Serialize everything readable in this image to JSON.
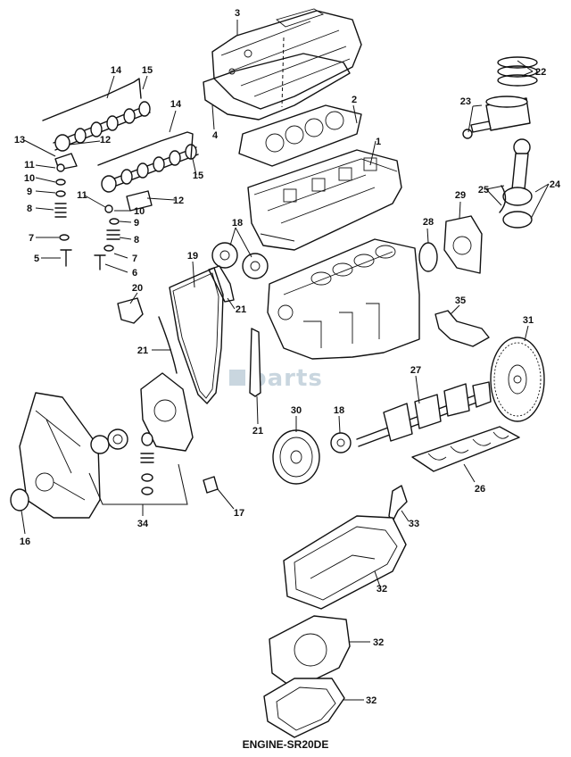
{
  "caption": "ENGINE-SR20DE",
  "watermark": "parts",
  "callouts": [
    {
      "id": "c3",
      "label": "3"
    },
    {
      "id": "c22",
      "label": "22"
    },
    {
      "id": "c14a",
      "label": "14"
    },
    {
      "id": "c15a",
      "label": "15"
    },
    {
      "id": "c2",
      "label": "2"
    },
    {
      "id": "c23",
      "label": "23"
    },
    {
      "id": "c14b",
      "label": "14"
    },
    {
      "id": "c4",
      "label": "4"
    },
    {
      "id": "c13",
      "label": "13"
    },
    {
      "id": "c12a",
      "label": "12"
    },
    {
      "id": "c1",
      "label": "1"
    },
    {
      "id": "c11a",
      "label": "11"
    },
    {
      "id": "c10a",
      "label": "10"
    },
    {
      "id": "c9a",
      "label": "9"
    },
    {
      "id": "c8a",
      "label": "8"
    },
    {
      "id": "c15b",
      "label": "15"
    },
    {
      "id": "c24",
      "label": "24"
    },
    {
      "id": "c25",
      "label": "25"
    },
    {
      "id": "c11b",
      "label": "11"
    },
    {
      "id": "c12b",
      "label": "12"
    },
    {
      "id": "c10b",
      "label": "10"
    },
    {
      "id": "c9b",
      "label": "9"
    },
    {
      "id": "c29",
      "label": "29"
    },
    {
      "id": "c7a",
      "label": "7"
    },
    {
      "id": "c8b",
      "label": "8"
    },
    {
      "id": "c18a",
      "label": "18"
    },
    {
      "id": "c28",
      "label": "28"
    },
    {
      "id": "c5",
      "label": "5"
    },
    {
      "id": "c7b",
      "label": "7"
    },
    {
      "id": "c19",
      "label": "19"
    },
    {
      "id": "c6",
      "label": "6"
    },
    {
      "id": "c20",
      "label": "20"
    },
    {
      "id": "c21a",
      "label": "21"
    },
    {
      "id": "c35",
      "label": "35"
    },
    {
      "id": "c31",
      "label": "31"
    },
    {
      "id": "c21b",
      "label": "21"
    },
    {
      "id": "c27",
      "label": "27"
    },
    {
      "id": "c21c",
      "label": "21"
    },
    {
      "id": "c30",
      "label": "30"
    },
    {
      "id": "c18b",
      "label": "18"
    },
    {
      "id": "c26",
      "label": "26"
    },
    {
      "id": "c16",
      "label": "16"
    },
    {
      "id": "c34",
      "label": "34"
    },
    {
      "id": "c17",
      "label": "17"
    },
    {
      "id": "c33",
      "label": "33"
    },
    {
      "id": "c32a",
      "label": "32"
    },
    {
      "id": "c32b",
      "label": "32"
    },
    {
      "id": "c32c",
      "label": "32"
    }
  ]
}
